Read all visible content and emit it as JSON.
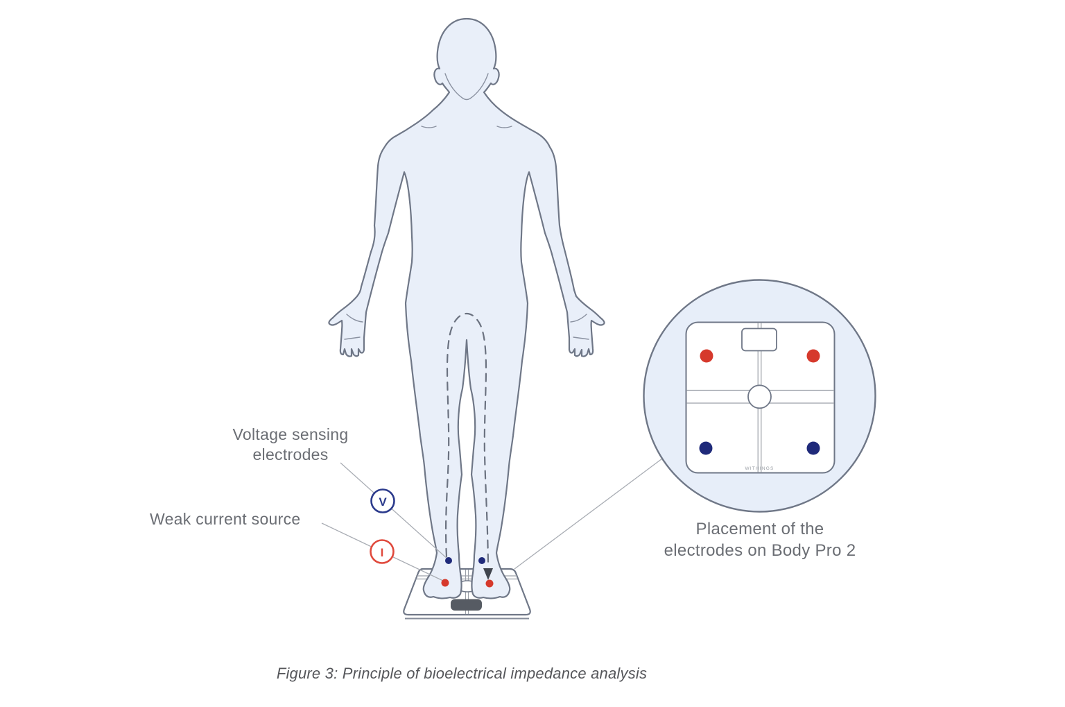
{
  "figure": {
    "caption": "Figure 3: Principle of bioelectrical impedance analysis"
  },
  "labels": {
    "voltage_line1": "Voltage sensing",
    "voltage_line2": "electrodes",
    "voltage_symbol": "V",
    "current_label": "Weak current source",
    "current_symbol": "I",
    "placement_line1": "Placement of the",
    "placement_line2": "electrodes on Body Pro 2"
  },
  "detail": {
    "scale_brand": "WITHINGS"
  },
  "colors": {
    "body_fill": "#E9EFF9",
    "outline_gray": "#6F7787",
    "voltage_navy": "#2B3A8C",
    "current_red": "#E0493C",
    "electrode_red": "#D6392C",
    "electrode_navy": "#1F2A7A",
    "label_text": "#6B6E74",
    "caption_text": "#55565A"
  }
}
